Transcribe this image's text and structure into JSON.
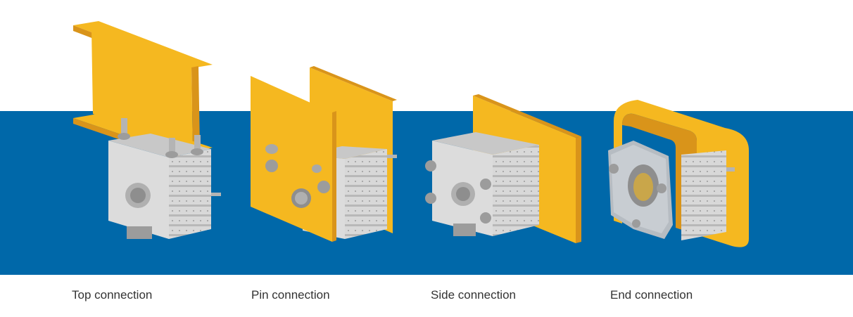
{
  "colors": {
    "band": "#0068a9",
    "steel": "#f5b820",
    "steel_dark": "#d9941a",
    "housing": "#d6d6d6",
    "housing_dark": "#a9a9a9",
    "caption": "#333333"
  },
  "icons": [
    "crane-end-carriage-top-connection",
    "crane-end-carriage-pin-connection",
    "crane-end-carriage-side-connection",
    "crane-end-carriage-end-connection"
  ],
  "captions": [
    {
      "label": "Top connection"
    },
    {
      "label": "Pin connection"
    },
    {
      "label": "Side connection"
    },
    {
      "label": "End connection"
    }
  ]
}
